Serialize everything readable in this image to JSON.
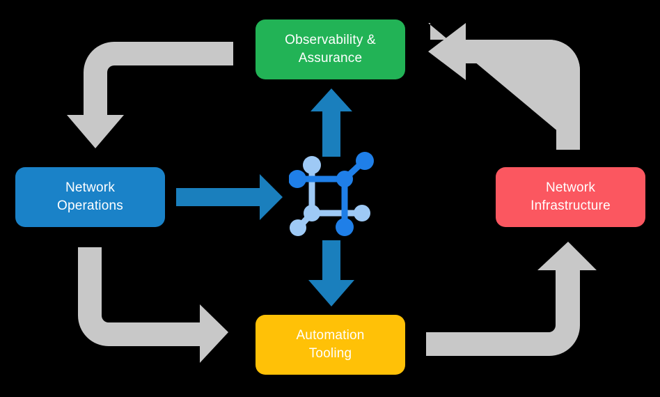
{
  "diagram": {
    "title_text": "",
    "background_color": "#000000",
    "nodes": [
      {
        "id": "observability",
        "label": "Observability &\nAssurance",
        "color": "#22b356",
        "position": "top"
      },
      {
        "id": "operations",
        "label": "Network\nOperations",
        "color": "#1a82c8",
        "position": "left"
      },
      {
        "id": "infrastructure",
        "label": "Network\nInfrastructure",
        "color": "#fb5760",
        "position": "right"
      },
      {
        "id": "automation",
        "label": "Automation\nTooling",
        "color": "#ffc107",
        "position": "bottom"
      }
    ],
    "center": {
      "icon_name": "network-topology-icon",
      "node_color_dark": "#1f7fe8",
      "node_color_light": "#9ec9f5"
    },
    "arrows": {
      "primary_color": "#1a7fbd",
      "secondary_color": "#c8c8c8",
      "primary": [
        {
          "name": "arrow-operations-to-center",
          "direction": "right"
        },
        {
          "name": "arrow-center-to-observability",
          "direction": "up"
        },
        {
          "name": "arrow-center-to-automation",
          "direction": "down"
        }
      ],
      "secondary": [
        {
          "name": "arrow-observability-to-operations",
          "direction": "down-left-elbow"
        },
        {
          "name": "arrow-infrastructure-to-observability",
          "direction": "up-left-elbow"
        },
        {
          "name": "arrow-operations-to-automation",
          "direction": "down-right-elbow"
        },
        {
          "name": "arrow-automation-to-infrastructure",
          "direction": "right-up-elbow"
        }
      ]
    }
  }
}
